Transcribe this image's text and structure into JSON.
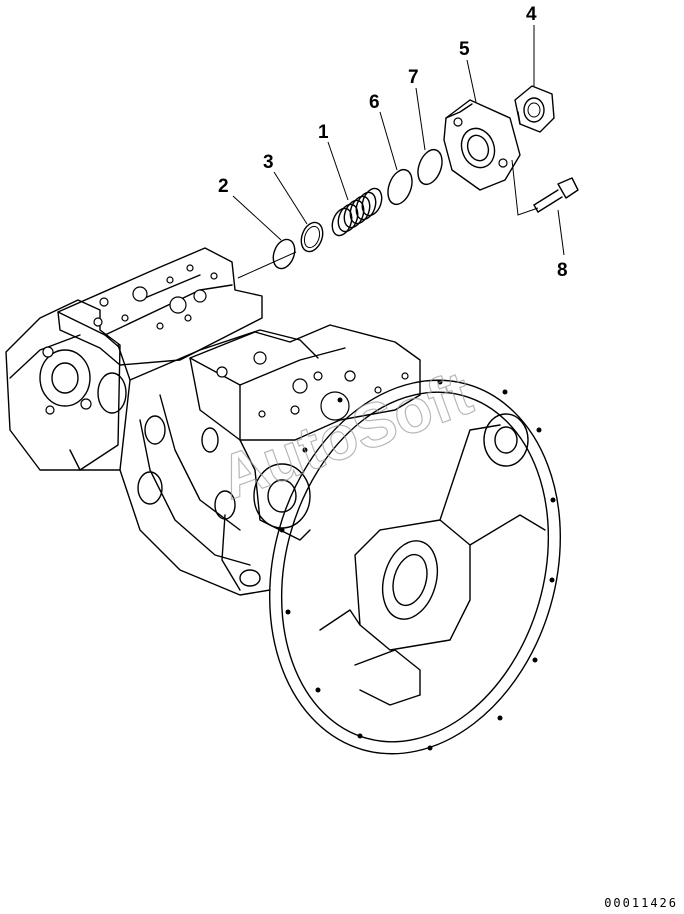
{
  "callouts": [
    {
      "id": "1",
      "label": "1"
    },
    {
      "id": "2",
      "label": "2"
    },
    {
      "id": "3",
      "label": "3"
    },
    {
      "id": "4",
      "label": "4"
    },
    {
      "id": "5",
      "label": "5"
    },
    {
      "id": "6",
      "label": "6"
    },
    {
      "id": "7",
      "label": "7"
    },
    {
      "id": "8",
      "label": "8"
    }
  ],
  "watermark": "AutoSoft",
  "drawing_number": "00011426",
  "colors": {
    "line": "#000000",
    "watermark": "#9a9a9a",
    "background": "#ffffff"
  }
}
